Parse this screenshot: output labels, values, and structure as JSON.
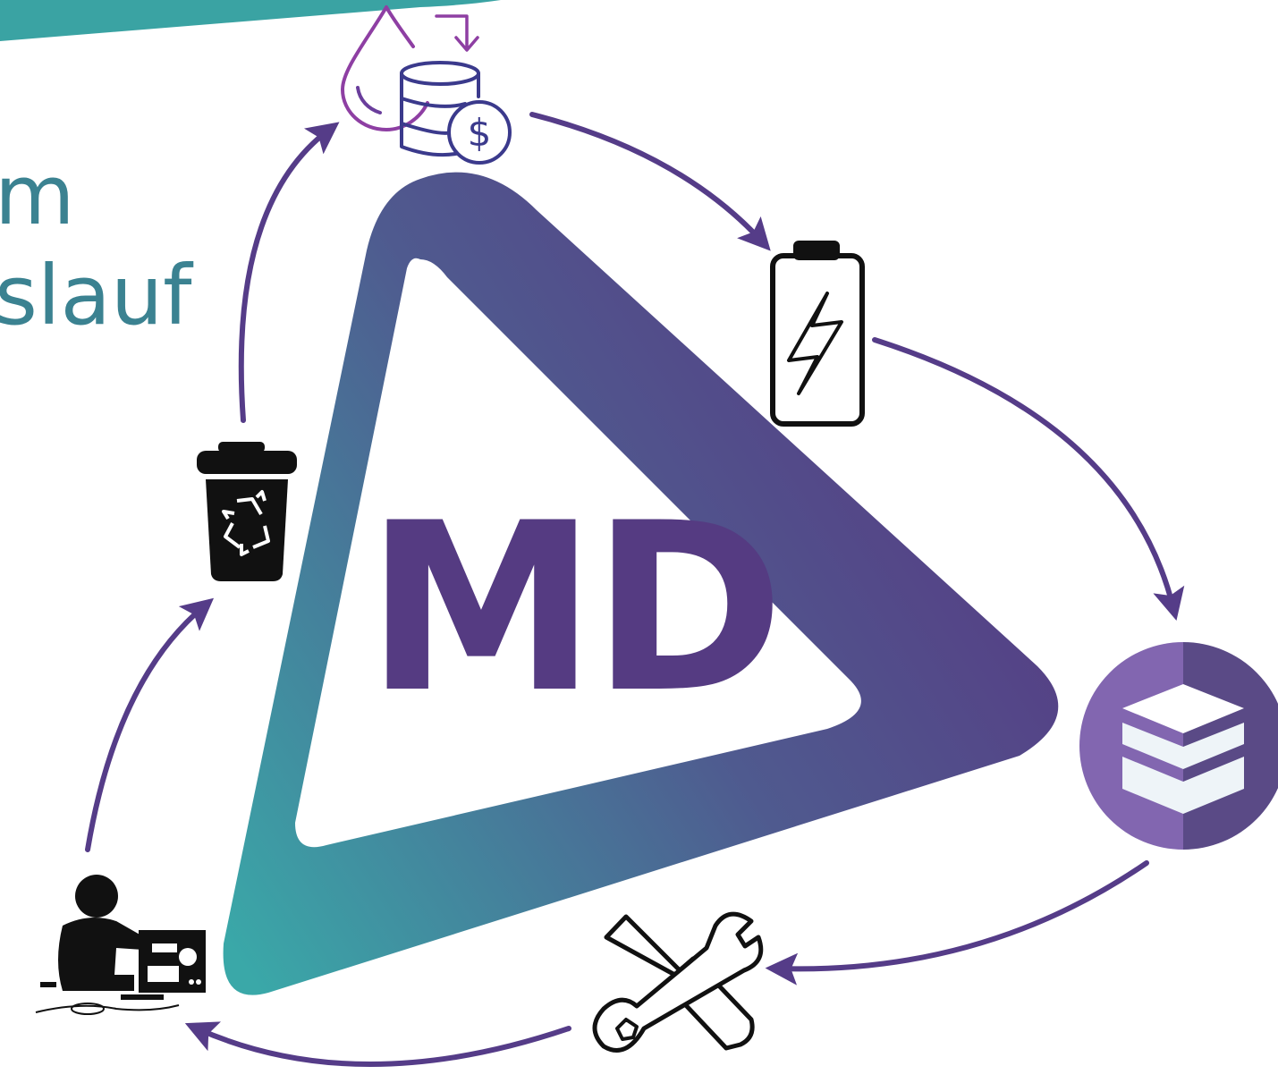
{
  "title": {
    "line1": "m",
    "line2": "slauf"
  },
  "logo": {
    "text": "MD"
  },
  "cycle": {
    "nodes": [
      {
        "id": "raw-material-funding",
        "icon": "droplet-coins-dollar-icon"
      },
      {
        "id": "battery",
        "icon": "battery-lightning-icon"
      },
      {
        "id": "stack-layers",
        "icon": "layers-stack-icon"
      },
      {
        "id": "repair-tools",
        "icon": "wrench-screwdriver-icon"
      },
      {
        "id": "disassembly-worker",
        "icon": "worker-repair-icon"
      },
      {
        "id": "recycling-bin",
        "icon": "recycle-bin-icon"
      }
    ],
    "direction": "clockwise"
  },
  "colors": {
    "title": "#3b8291",
    "arrow": "#553c88",
    "logo_text": "#553b82",
    "gradient_purple": "#573a83",
    "gradient_teal": "#3aa8a8",
    "banner": "#3aa3a3",
    "icon_outline": "#3b3a8c",
    "icon_accent": "#8e3fa3",
    "stack_light": "#8266b0",
    "stack_dark": "#5a4a86"
  }
}
